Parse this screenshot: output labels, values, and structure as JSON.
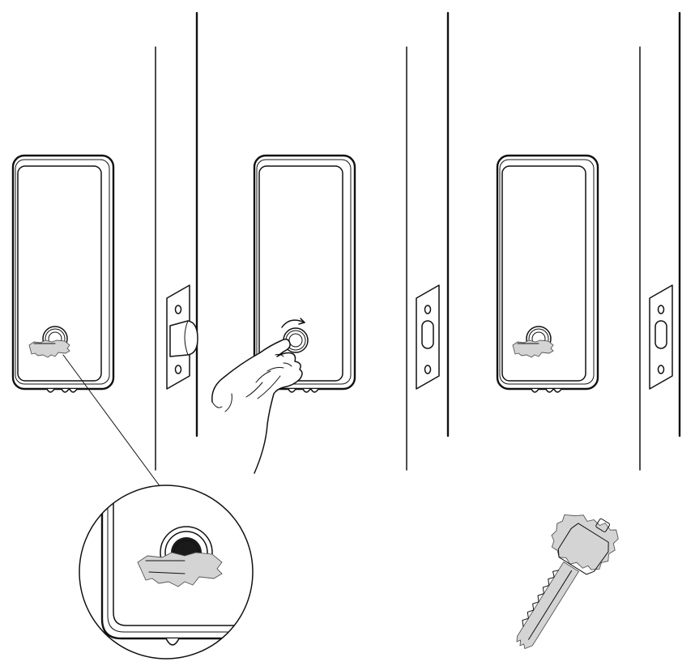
{
  "colors": {
    "line": "#111111",
    "key_fill": "#d4d4d4",
    "background": "#ffffff"
  },
  "steps": [
    {
      "name": "step-1",
      "icons": [
        "lock-body-icon",
        "key-in-cylinder-icon",
        "latch-bolt-extended-icon",
        "door-edge-icon"
      ]
    },
    {
      "name": "step-2",
      "icons": [
        "lock-body-icon",
        "hand-turning-cylinder-icon",
        "rotation-arrow-icon",
        "latch-bolt-retracted-icon",
        "door-edge-icon"
      ]
    },
    {
      "name": "step-3",
      "icons": [
        "lock-body-icon",
        "key-in-cylinder-icon",
        "latch-bolt-retracted-icon",
        "door-edge-icon"
      ]
    }
  ],
  "callouts": [
    {
      "name": "magnified-key-cylinder",
      "icon": "magnifier-circle-icon"
    },
    {
      "name": "loose-key",
      "icon": "key-icon"
    }
  ]
}
